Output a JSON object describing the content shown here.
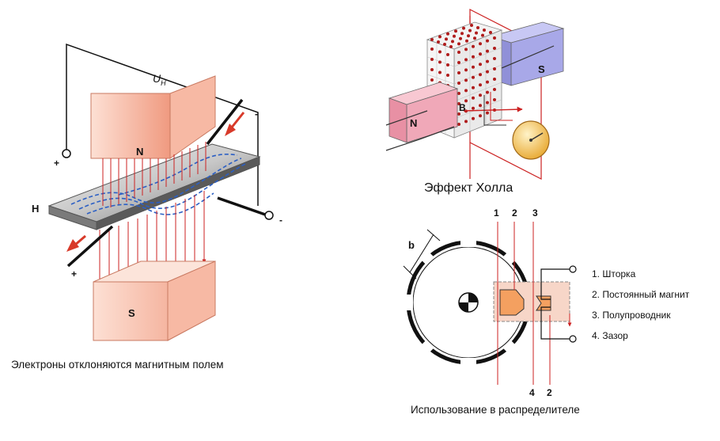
{
  "left_diagram": {
    "caption": "Электроны отклоняются магнитным полем",
    "voltage_label": "U",
    "voltage_sub": "H",
    "pole_n": "N",
    "pole_s": "S",
    "plate_label": "H",
    "plus_left": "+",
    "minus_top": "-",
    "minus_right": "-",
    "plus_bottom": "+"
  },
  "top_right_diagram": {
    "caption": "Эффект Холла",
    "pole_n": "N",
    "pole_s": "S",
    "field_label": "B"
  },
  "bottom_right_diagram": {
    "caption": "Использование в распределителе",
    "gap_label": "b",
    "top_numbers": [
      "1",
      "2",
      "3"
    ],
    "bottom_numbers": [
      "4",
      "2"
    ],
    "legend": [
      "1. Шторка",
      "2. Постоянный магнит",
      "3. Полупроводник",
      "4. Зазор"
    ]
  },
  "colors": {
    "magnet": "#f2a58e",
    "magnet_dark": "#e08468",
    "field_line": "#cc2222",
    "electron_path": "#2b5fc4",
    "plate": "#9a9a9a",
    "hall_s": "#a8a8e8",
    "hall_n": "#f0a8b8",
    "dots": "#b01c1c",
    "gauge": "#f5c04a",
    "sensor": "#f4a060"
  }
}
